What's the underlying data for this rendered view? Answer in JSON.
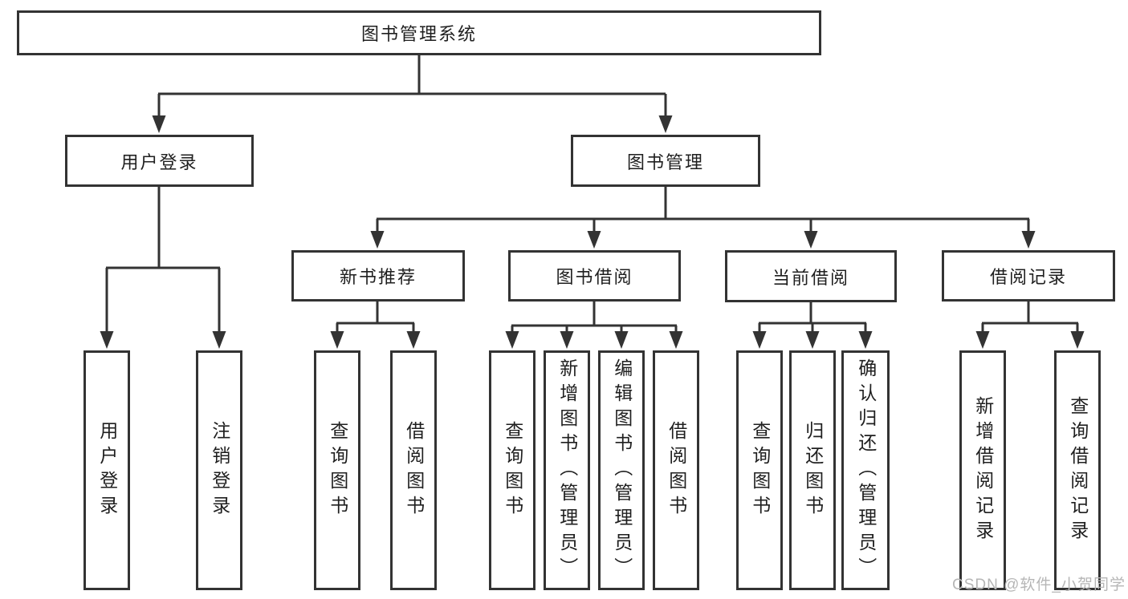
{
  "diagram": {
    "type": "tree",
    "root": {
      "label": "图书管理系统",
      "children": [
        {
          "label": "用户登录",
          "children": [
            {
              "label": "用户登录"
            },
            {
              "label": "注销登录"
            }
          ]
        },
        {
          "label": "图书管理",
          "children": [
            {
              "label": "新书推荐",
              "children": [
                {
                  "label": "查询图书"
                },
                {
                  "label": "借阅图书"
                }
              ]
            },
            {
              "label": "图书借阅",
              "children": [
                {
                  "label": "查询图书"
                },
                {
                  "label": "新增图书（管理员）"
                },
                {
                  "label": "编辑图书（管理员）"
                },
                {
                  "label": "借阅图书"
                }
              ]
            },
            {
              "label": "当前借阅",
              "children": [
                {
                  "label": "查询图书"
                },
                {
                  "label": "归还图书"
                },
                {
                  "label": "确认归还（管理员）"
                }
              ]
            },
            {
              "label": "借阅记录",
              "children": [
                {
                  "label": "新增借阅记录"
                },
                {
                  "label": "查询借阅记录"
                }
              ]
            }
          ]
        }
      ]
    }
  },
  "colors": {
    "line": "#333333",
    "text": "#1f1f1f",
    "watermark": "#b6b6b6"
  },
  "watermark": "CSDN @软件_小贺同学"
}
